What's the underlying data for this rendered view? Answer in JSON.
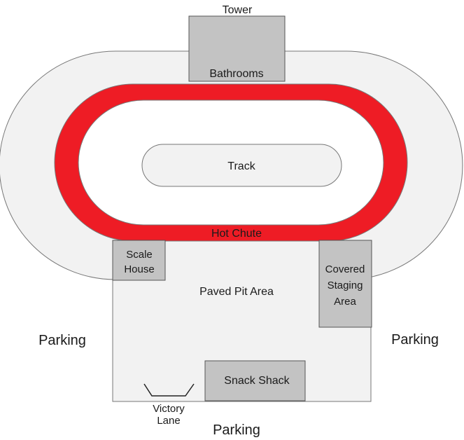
{
  "labels": {
    "tower": "Tower",
    "bathrooms": "Bathrooms",
    "track": "Track",
    "hot_chute": "Hot Chute",
    "scale_house_line1": "Scale",
    "scale_house_line2": "House",
    "paved_pit_area": "Paved Pit Area",
    "covered_staging_line1": "Covered",
    "covered_staging_line2": "Staging",
    "covered_staging_line3": "Area",
    "parking_left": "Parking",
    "parking_right": "Parking",
    "parking_bottom": "Parking",
    "snack_shack": "Snack Shack",
    "victory_lane_line1": "Victory",
    "victory_lane_line2": "Lane"
  },
  "colors": {
    "outer_oval": "#f2f2f2",
    "outline": "#777777",
    "hot_chute_red": "#ee1c25",
    "building_gray": "#c3c3c3",
    "background": "#ffffff"
  }
}
